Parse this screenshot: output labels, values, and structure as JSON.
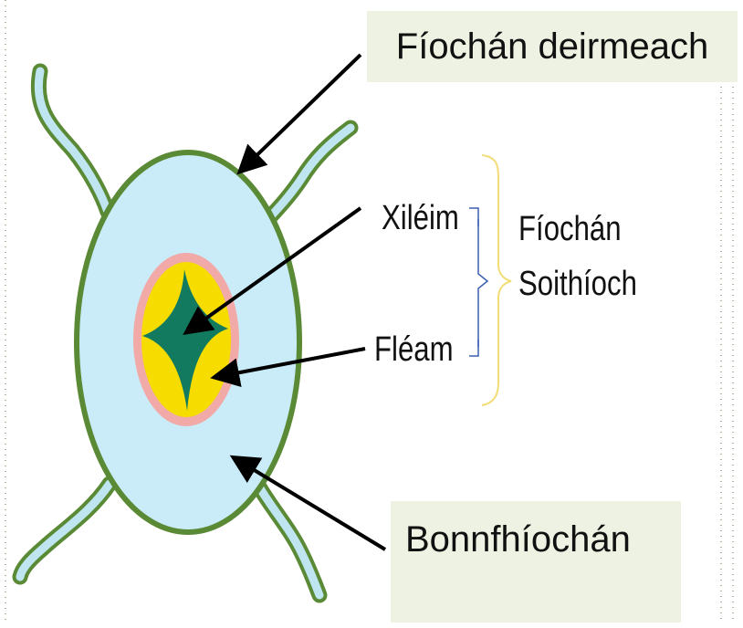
{
  "labels": {
    "epidermal_tissue": "Fíochán deirmeach",
    "xylem": "Xiléim",
    "phloem": "Fléam",
    "vascular_tissue_line1": "Fíochán",
    "vascular_tissue_line2": "Soithíoch",
    "ground_tissue": "Bonnfhíochán"
  },
  "colors": {
    "root_hair": "#bfe6f0",
    "outline": "#5a8a35",
    "cortex": "#c9ecf8",
    "pericycle": "#f2aaa8",
    "phloem": "#f7dc00",
    "xylem": "#127a5e",
    "label_box": "#eef2e2",
    "vascular_bracket": "#f1dc75",
    "xylem_phloem_bracket": "#3b5fb0"
  }
}
